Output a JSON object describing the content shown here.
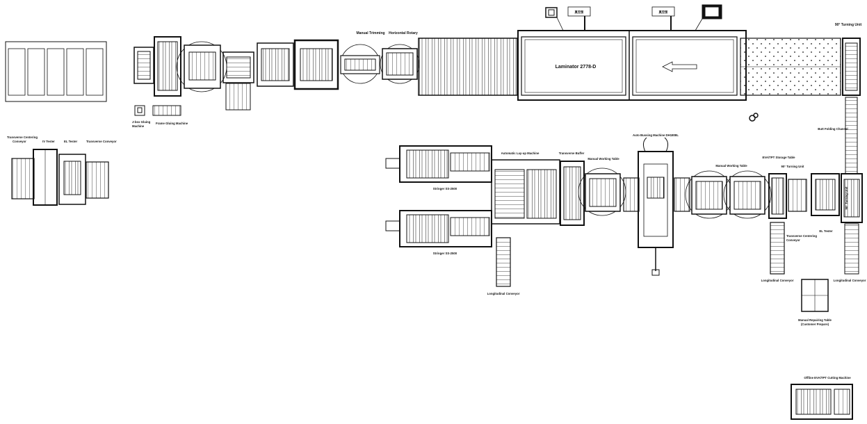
{
  "colors": {
    "ink": "#111111",
    "background": "#ffffff"
  },
  "labels": {
    "laminator": "Laminator 2778-D",
    "manual_trimming": "Manual Trimming",
    "horizontal_rotary": "Horizontal Rotary",
    "turning_unit_top": "90° Turning Unit",
    "jbox_gluing": [
      "J-box Gluing",
      "Machine"
    ],
    "frame_gluing": "Frame Gluing Machine",
    "transverse_centering_left": [
      "Transverse Centering",
      "Conveyor"
    ],
    "iv_tester": "IV Tester",
    "el_tester_left": "EL Tester",
    "transverse_conveyor": "Transverse Conveyor",
    "butt_folding_channel": "Butt Folding Channel",
    "auto_bussing": "Auto Bussing Machine DH1808L",
    "stringer_top": "Stringer SS-2500",
    "stringer_bottom": "Stringer SS-2500",
    "auto_layup": "Automatic Lay-up Machine",
    "transverse_buffer": "Transverse Buffer",
    "manual_working_1": "Manual Working Table",
    "manual_working_2": "Manual Working Table",
    "eva_storage": "EVA/TPT Storage Table",
    "turning_unit_mid": "90° Turning Unit",
    "turning_unit_side": "90° Turning Unit",
    "transverse_centering_right": [
      "Transverse Centering",
      "Conveyor"
    ],
    "el_tester_right": "EL Tester",
    "longitudinal_1": "Longitudinal Conveyor",
    "longitudinal_2": "Longitudinal Conveyor",
    "longitudinal_3": "Longitudinal Conveyor",
    "manual_repairing": [
      "Manual Repairing Table",
      "(Customer Prepare)"
    ],
    "offline_cutting": "Offline EVA/TPT Cutting Machine",
    "panel_tag_1": "真空泵",
    "panel_tag_2": "真空泵"
  }
}
